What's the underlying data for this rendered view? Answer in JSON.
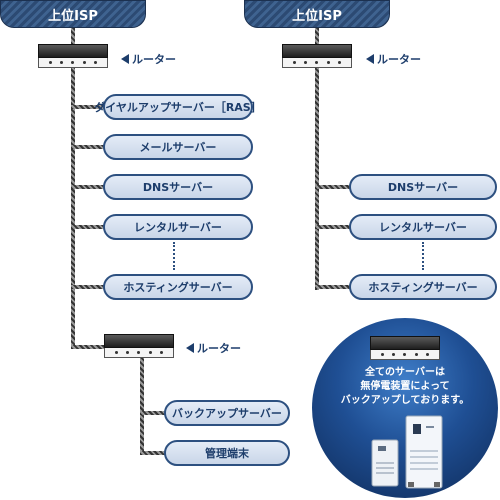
{
  "left_network": {
    "isp_label": "上位ISP",
    "router_label": "ルーター",
    "servers": [
      "ダイヤルアップサーバー［RAS］",
      "メールサーバー",
      "DNSサーバー",
      "レンタルサーバー",
      "ホスティングサーバー"
    ],
    "sub_router_label": "ルーター",
    "sub_items": [
      "バックアップサーバー",
      "管理端末"
    ]
  },
  "right_network": {
    "isp_label": "上位ISP",
    "router_label": "ルーター",
    "servers": [
      "DNSサーバー",
      "レンタルサーバー",
      "ホスティングサーバー"
    ]
  },
  "ups_note": {
    "lines": [
      "全てのサーバーは",
      "無停電装置によって",
      "バックアップしております。"
    ]
  }
}
